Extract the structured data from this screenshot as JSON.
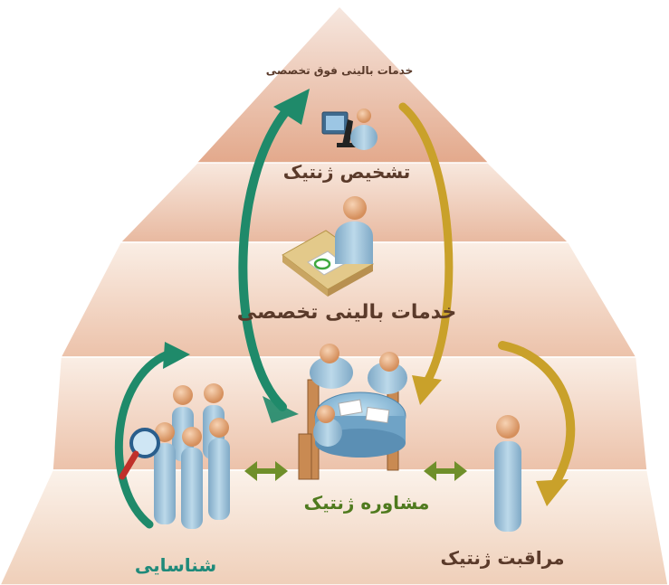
{
  "labels": {
    "top": "خدمات بالینی فوق تخصصی",
    "diagnosis": "تشخیص ژنتیک",
    "clinical": "خدمات بالینی تخصصی",
    "counseling": "مشاوره ژنتیک",
    "identification": "شناسایی",
    "care": "مراقبت ژنتیک"
  },
  "colors": {
    "tier_top": "#e8b49a",
    "tier_upper": "#f0c8b2",
    "tier_middle": "#f4d6c4",
    "tier_bottom": "#f7e3d6",
    "arrow_green": "#1f8a6a",
    "arrow_gold": "#c9a12a",
    "arrow_olive": "#6f8f2a",
    "text_dark": "#5a3a2a",
    "text_green": "#4f7a1e",
    "text_teal": "#1f8a7a",
    "person_body": "#9ec4dc",
    "person_head": "#e8b48a"
  }
}
